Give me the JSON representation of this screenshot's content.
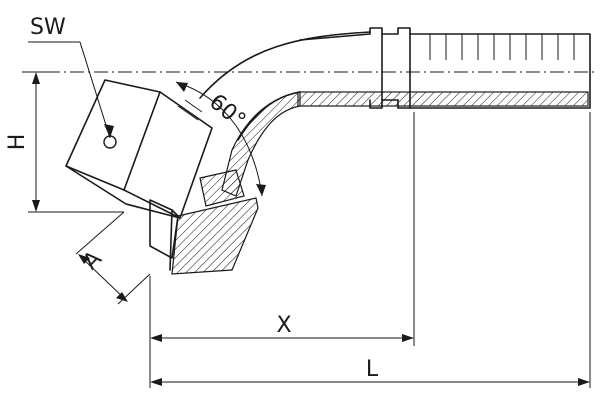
{
  "labels": {
    "sw": "SW",
    "h": "H",
    "a": "A",
    "x": "X",
    "l": "L",
    "angle": "60°"
  }
}
